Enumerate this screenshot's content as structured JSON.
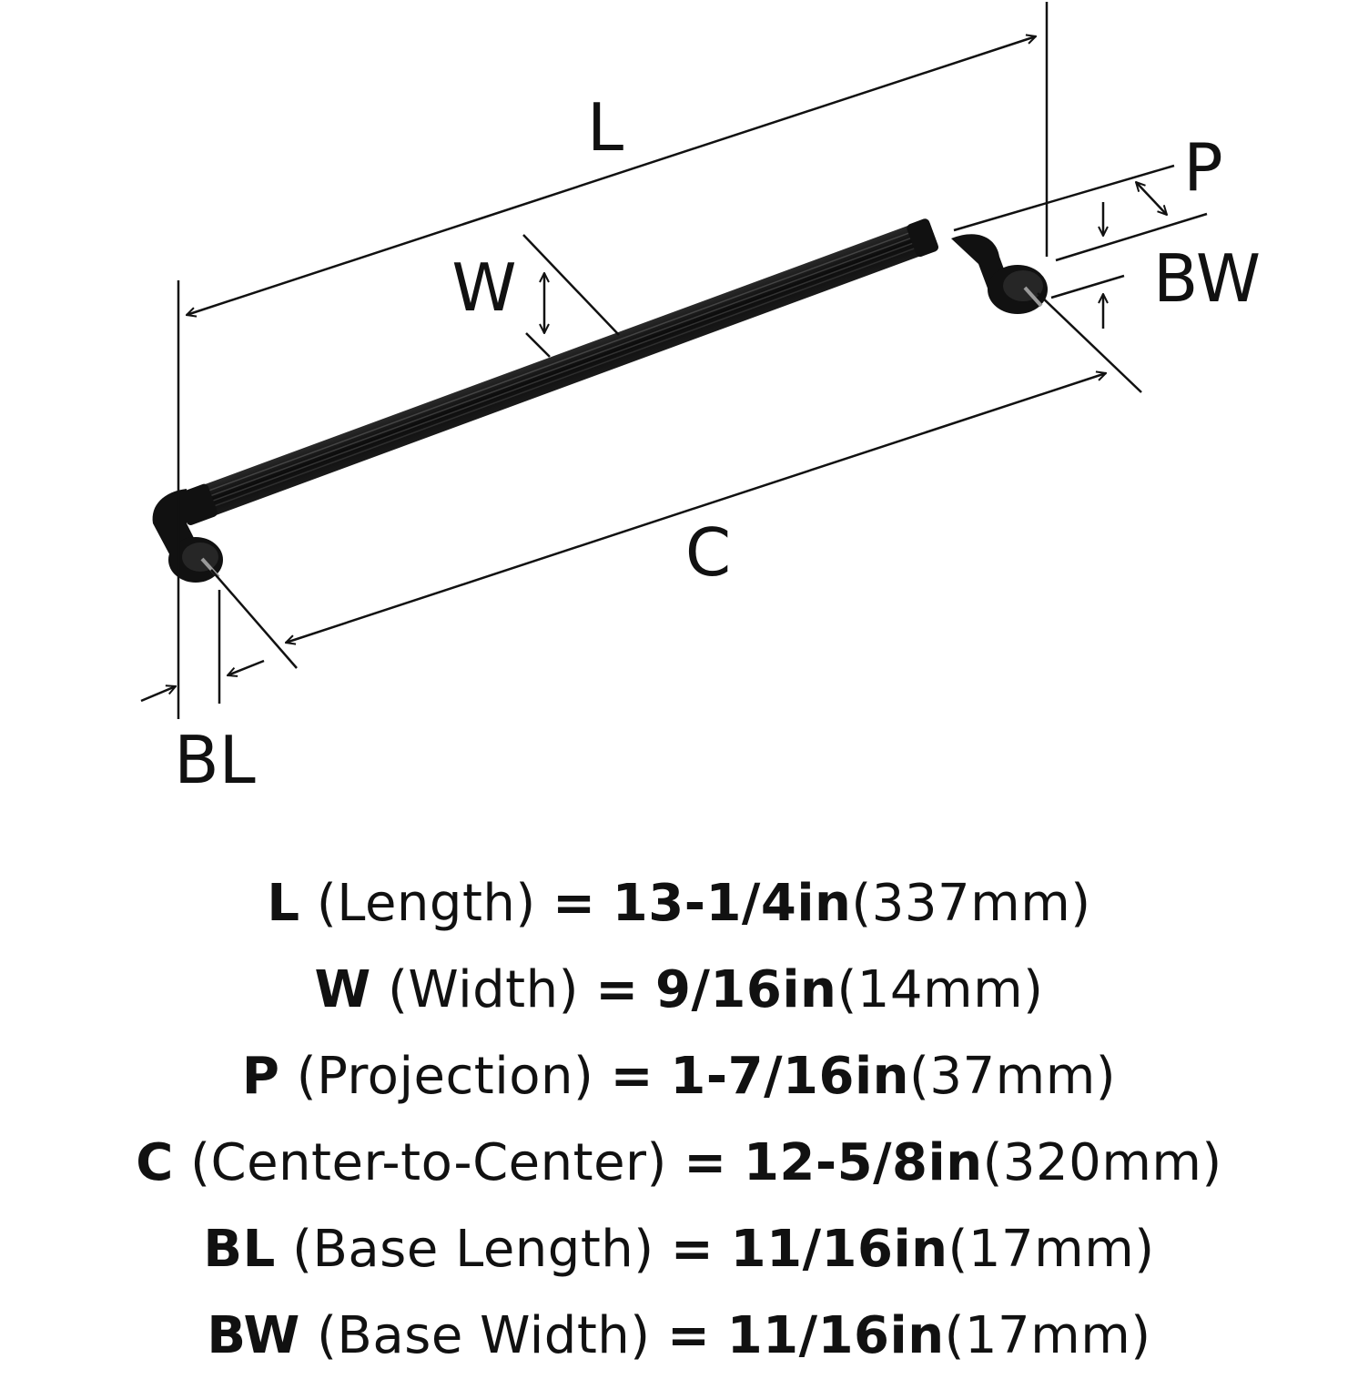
{
  "diagram": {
    "labels": {
      "L": "L",
      "W": "W",
      "P": "P",
      "BW": "BW",
      "C": "C",
      "BL": "BL"
    }
  },
  "specs": [
    {
      "symbol": "L",
      "name": "(Length)",
      "eq": "=",
      "imperial": "13-1/4in",
      "metric": "(337mm)"
    },
    {
      "symbol": "W",
      "name": "(Width)",
      "eq": "=",
      "imperial": "9/16in",
      "metric": "(14mm)"
    },
    {
      "symbol": "P",
      "name": "(Projection)",
      "eq": "=",
      "imperial": "1-7/16in",
      "metric": "(37mm)"
    },
    {
      "symbol": "C",
      "name": "(Center-to-Center)",
      "eq": "=",
      "imperial": "12-5/8in",
      "metric": "(320mm)"
    },
    {
      "symbol": "BL",
      "name": "(Base Length)",
      "eq": "=",
      "imperial": "11/16in",
      "metric": "(17mm)"
    },
    {
      "symbol": "BW",
      "name": "(Base Width)",
      "eq": "=",
      "imperial": "11/16in",
      "metric": "(17mm)"
    }
  ],
  "colors": {
    "ink": "#111111",
    "background": "#ffffff"
  }
}
